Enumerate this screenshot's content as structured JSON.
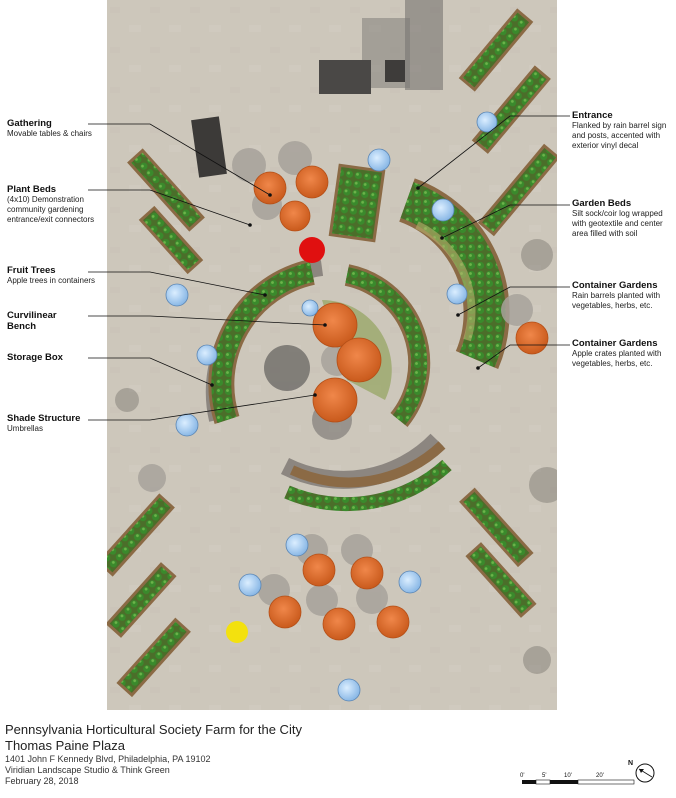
{
  "labels": {
    "gathering": {
      "title": "Gathering",
      "desc": [
        "Movable tables & chairs"
      ]
    },
    "plant_beds": {
      "title": "Plant Beds",
      "desc": [
        "(4x10) Demonstration",
        "community gardening",
        "entrance/exit connectors"
      ]
    },
    "fruit_trees": {
      "title": "Fruit Trees",
      "desc": [
        "Apple trees in containers"
      ]
    },
    "bench": {
      "title": "Curvilinear Bench",
      "title_lines": [
        "Curvilinear",
        "Bench"
      ],
      "desc": []
    },
    "storage": {
      "title": "Storage Box",
      "desc": []
    },
    "shade": {
      "title": "Shade Structure",
      "desc": [
        "Umbrellas"
      ]
    },
    "entrance": {
      "title": "Entrance",
      "desc": [
        "Flanked by rain barrel sign",
        "and posts, accented with",
        "exterior vinyl decal"
      ]
    },
    "garden_beds": {
      "title": "Garden Beds",
      "desc": [
        "Silt sock/coir log wrapped",
        "with geotextile and center",
        "area filled with soil"
      ]
    },
    "container_gardens_1": {
      "title": "Container Gardens",
      "desc": [
        "Rain barrels planted with",
        "vegetables, herbs, etc."
      ]
    },
    "container_gardens_2": {
      "title": "Container Gardens",
      "desc": [
        "Apple crates planted with",
        "vegetables, herbs, etc."
      ]
    }
  },
  "footer": {
    "title1": "Pennsylvania Horticultural Society Farm for the City",
    "title2": "Thomas Paine Plaza",
    "address": "1401 John F Kennedy Blvd, Philadelphia, PA 19102",
    "studio": "Viridian Landscape Studio & Think Green",
    "date": "February 28, 2018"
  },
  "scale_bar": {
    "ticks": [
      "0'",
      "5'",
      "10'",
      "20'"
    ]
  },
  "north_arrow": {
    "label": "N"
  },
  "colors": {
    "plaza": "#cfc8bd",
    "umbrella": "#e0702c",
    "bed_frame": "#8b6a45",
    "plants": "#3f7a2d",
    "barrel": "#a9cdf0",
    "bench": "#8c8680",
    "accent_red": "#e01010",
    "accent_yellow": "#f3e10e"
  }
}
